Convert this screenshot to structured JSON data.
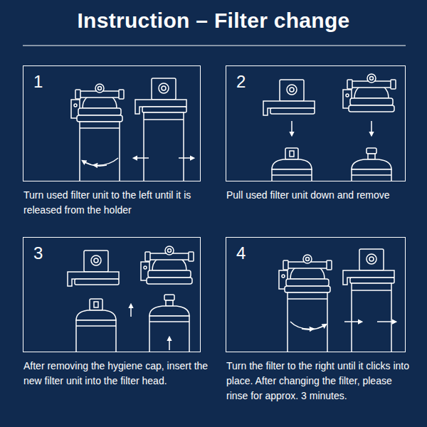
{
  "diagram": {
    "title": "Instruction – Filter change",
    "nodes": [
      {
        "text": [
          "1",
          "Turn used filter unit to the left until it is released from the holder"
        ]
      },
      {
        "text": [
          "2",
          "Pull used filter unit down and remove"
        ]
      },
      {
        "text": [
          "3",
          "After removing the hygiene cap, insert the new filter unit into the filter head."
        ]
      },
      {
        "text": [
          "4",
          "Turn the filter to the right until it clicks into place. After changing the filter, please rinse for approx. 3 minutes."
        ]
      }
    ]
  }
}
